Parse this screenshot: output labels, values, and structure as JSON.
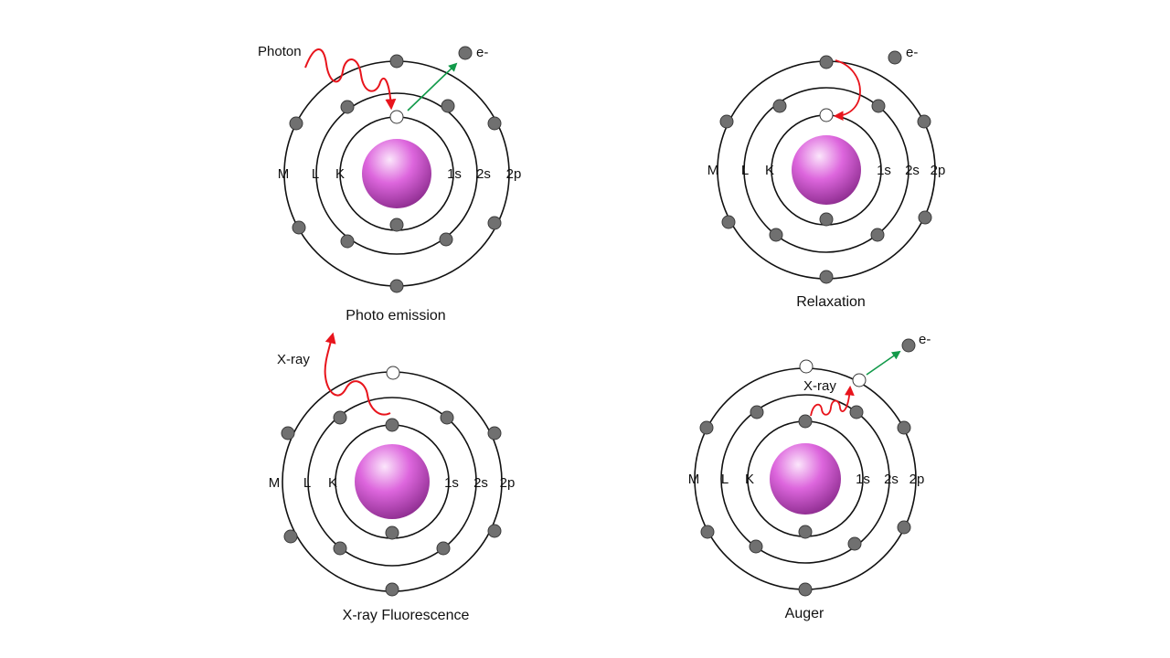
{
  "colors": {
    "orbit": "#111111",
    "electron_fill": "#707070",
    "electron_stroke": "#3a3a3a",
    "vacancy_fill": "#ffffff",
    "photon": "#e8141c",
    "ejected": "#129a4a",
    "nucleus_light": "#fbe6fb",
    "nucleus_mid": "#dd66dd",
    "nucleus_dark": "#8a2a8c"
  },
  "shell_labels": {
    "left": [
      "M",
      "L",
      "K"
    ],
    "right": [
      "1s",
      "2s",
      "2p"
    ]
  },
  "panels": [
    {
      "id": "photo-emission",
      "caption": "Photo emission",
      "annotations": {
        "photon": "Photon",
        "electron": "e-"
      }
    },
    {
      "id": "relaxation",
      "caption": "Relaxation",
      "annotations": {
        "electron": "e-"
      }
    },
    {
      "id": "x-ray-fluorescence",
      "caption": "X-ray Fluorescence",
      "annotations": {
        "xray": "X-ray"
      }
    },
    {
      "id": "auger",
      "caption": "Auger",
      "annotations": {
        "xray": "X-ray",
        "electron": "e-"
      }
    }
  ]
}
